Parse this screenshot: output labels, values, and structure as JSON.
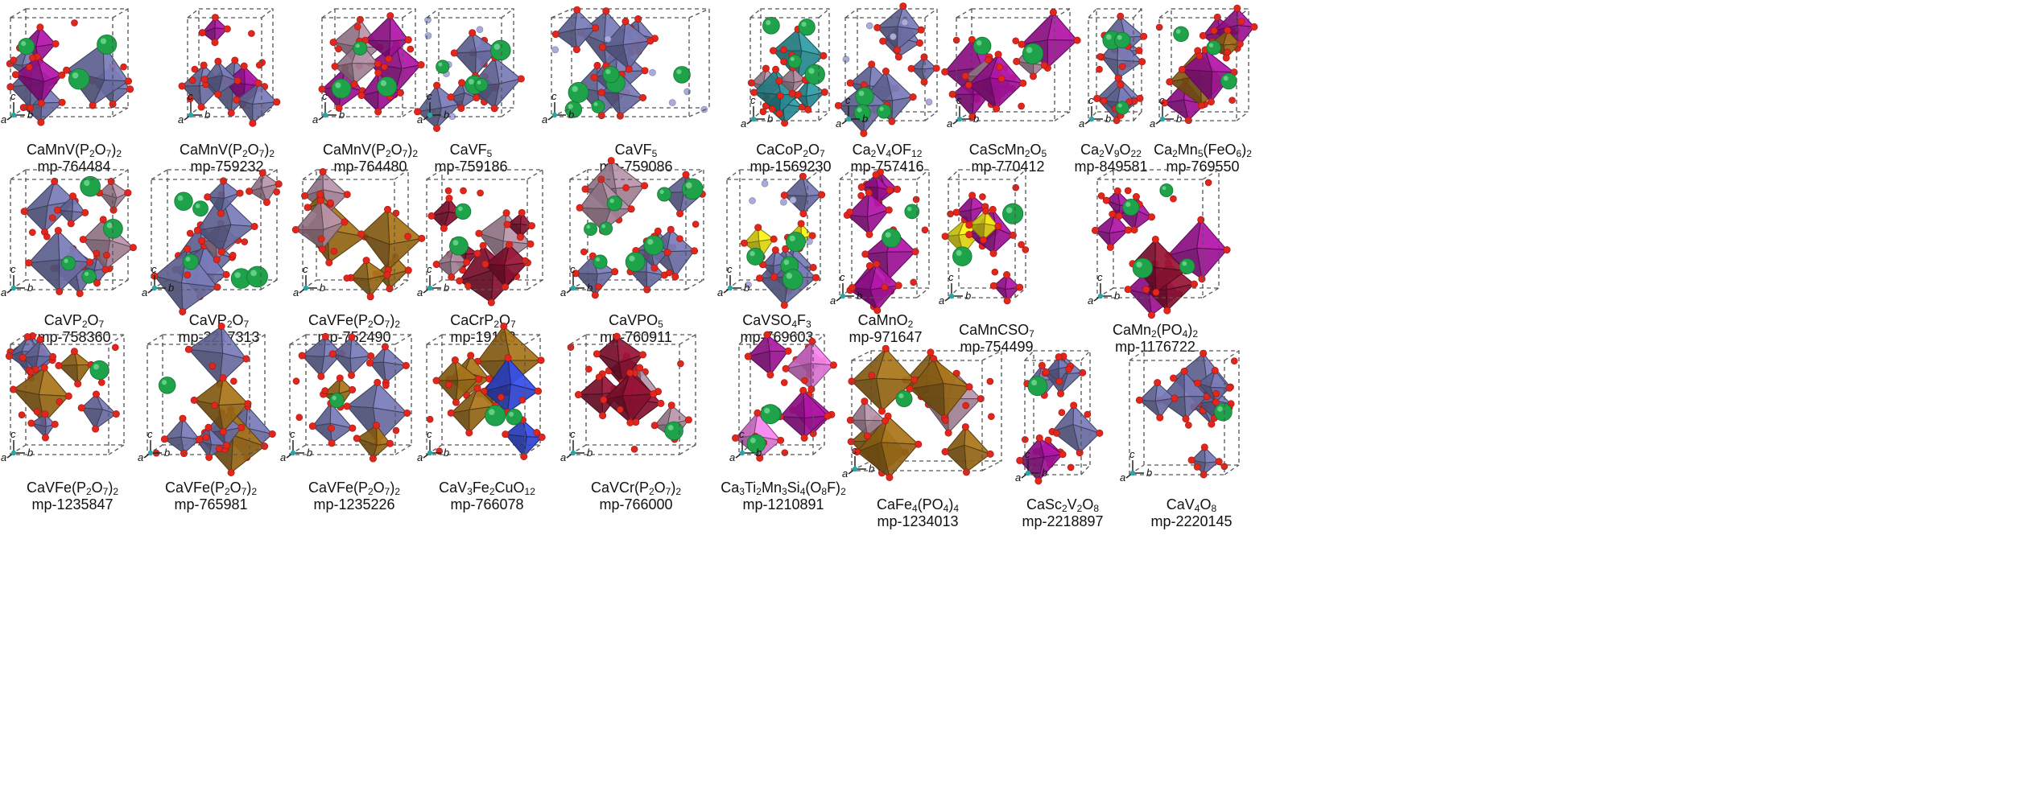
{
  "colors": {
    "calcium_sphere": "#1fa34a",
    "oxygen_sphere": "#e3261b",
    "fluorine_sphere": "#a9acd6",
    "polyhedron_blue_violet": "#6f72a8",
    "polyhedron_mauve": "#a8879b",
    "polyhedron_magenta": "#a3139a",
    "polyhedron_brown": "#9a6a18",
    "polyhedron_maroon": "#8b1232",
    "polyhedron_yellow": "#e6de10",
    "polyhedron_teal": "#2a8f96",
    "polyhedron_royal_blue": "#2f46d8",
    "polyhedron_pink": "#e278d8",
    "cell_edge": "#555555"
  },
  "structures": [
    {
      "formula": "CaMnV(P<sub>2</sub>O<sub>7</sub>)<sub>2</sub>",
      "id": "mp-764484"
    },
    {
      "formula": "CaMnV(P<sub>2</sub>O<sub>7</sub>)<sub>2</sub>",
      "id": "mp-759232"
    },
    {
      "formula": "CaMnV(P<sub>2</sub>O<sub>7</sub>)<sub>2</sub>",
      "id": "mp-764480"
    },
    {
      "formula": "CaVF<sub>5</sub>",
      "id": "mp-759186"
    },
    {
      "formula": "CaVF<sub>5</sub>",
      "id": "mp-759086"
    },
    {
      "formula": "CaCoP<sub>2</sub>O<sub>7</sub>",
      "id": "mp-1569230"
    },
    {
      "formula": "Ca<sub>2</sub>V<sub>4</sub>OF<sub>12</sub>",
      "id": "mp-757416"
    },
    {
      "formula": "CaScMn<sub>2</sub>O<sub>5</sub>",
      "id": "mp-770412"
    },
    {
      "formula": "Ca<sub>2</sub>V<sub>9</sub>O<sub>22</sub>",
      "id": "mp-849581"
    },
    {
      "formula": "Ca<sub>2</sub>Mn<sub>5</sub>(FeO<sub>6</sub>)<sub>2</sub>",
      "id": "mp-769550"
    },
    {
      "formula": "CaVP<sub>2</sub>O<sub>7</sub>",
      "id": "mp-758360"
    },
    {
      "formula": "CaVP<sub>2</sub>O<sub>7</sub>",
      "id": "mp-2217313"
    },
    {
      "formula": "CaVFe(P<sub>2</sub>O<sub>7</sub>)<sub>2</sub>",
      "id": "mp-752490"
    },
    {
      "formula": "CaCrP<sub>2</sub>O<sub>7</sub>",
      "id": "mp-19103"
    },
    {
      "formula": "CaVPO<sub>5</sub>",
      "id": "mp-760911"
    },
    {
      "formula": "CaVSO<sub>4</sub>F<sub>3</sub>",
      "id": "mp-769603"
    },
    {
      "formula": "CaMnO<sub>2</sub>",
      "id": "mp-971647"
    },
    {
      "formula": "CaMnCSO<sub>7</sub>",
      "id": "mp-754499"
    },
    {
      "formula": "CaMn<sub>2</sub>(PO<sub>4</sub>)<sub>2</sub>",
      "id": "mp-1176722"
    },
    {
      "formula": "CaVFe(P<sub>2</sub>O<sub>7</sub>)<sub>2</sub>",
      "id": "mp-1235847"
    },
    {
      "formula": "CaVFe(P<sub>2</sub>O<sub>7</sub>)<sub>2</sub>",
      "id": "mp-765981"
    },
    {
      "formula": "CaVFe(P<sub>2</sub>O<sub>7</sub>)<sub>2</sub>",
      "id": "mp-1235226"
    },
    {
      "formula": "CaV<sub>3</sub>Fe<sub>2</sub>CuO<sub>12</sub>",
      "id": "mp-766078"
    },
    {
      "formula": "CaVCr(P<sub>2</sub>O<sub>7</sub>)<sub>2</sub>",
      "id": "mp-766000"
    },
    {
      "formula": "Ca<sub>3</sub>Ti<sub>2</sub>Mn<sub>3</sub>Si<sub>4</sub>(O<sub>8</sub>F)<sub>2</sub>",
      "id": "mp-1210891"
    },
    {
      "formula": "CaFe<sub>4</sub>(PO<sub>4</sub>)<sub>4</sub>",
      "id": "mp-1234013"
    },
    {
      "formula": "CaSc<sub>2</sub>V<sub>2</sub>O<sub>8</sub>",
      "id": "mp-2218897"
    },
    {
      "formula": "CaV<sub>4</sub>O<sub>8</sub>",
      "id": "mp-2220145"
    }
  ],
  "axis_labels": {
    "a": "a",
    "b": "b",
    "c": "c"
  }
}
